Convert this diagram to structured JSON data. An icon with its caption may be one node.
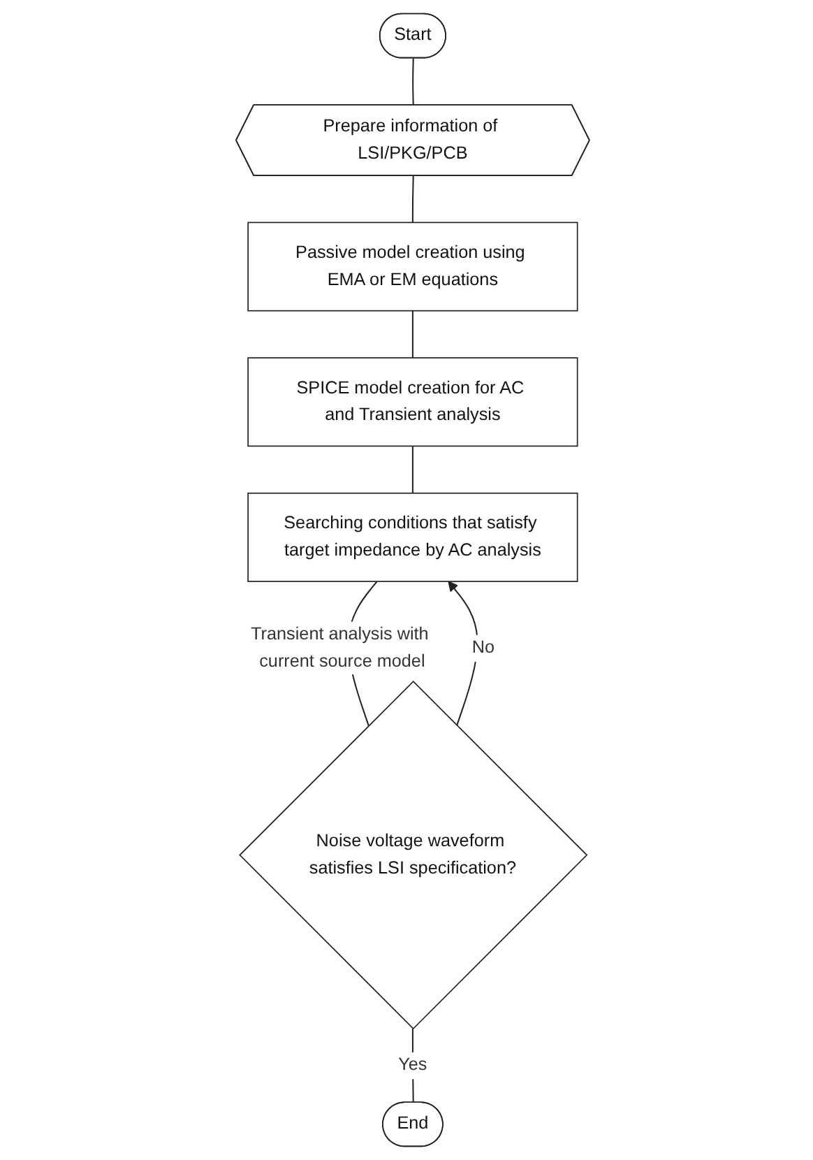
{
  "diagram": {
    "nodes": [
      {
        "text": [
          "Start"
        ]
      },
      {
        "text": [
          "Prepare information of LSI/PKG/PCB"
        ]
      },
      {
        "text": [
          "Passive model creation using EMA or EM equations"
        ]
      },
      {
        "text": [
          "SPICE model creation for AC and Transient analysis"
        ]
      },
      {
        "text": [
          "Searching conditions that satisfy target impedance by AC analysis"
        ]
      },
      {
        "text": [
          "Noise voltage waveform satisfies LSI specification?"
        ]
      },
      {
        "text": [
          "End"
        ]
      }
    ],
    "edges": [
      {
        "from": 0,
        "to": 1,
        "arrow": "none"
      },
      {
        "from": 1,
        "to": 2,
        "arrow": "none"
      },
      {
        "from": 2,
        "to": 3,
        "arrow": "none"
      },
      {
        "from": 3,
        "to": 4,
        "arrow": "none"
      },
      {
        "from": 4,
        "to": 5,
        "arrow": "none",
        "label": "Transient analysis with current source model"
      },
      {
        "from": 5,
        "to": 6,
        "arrow": "none",
        "label": "Yes"
      },
      {
        "from": 5,
        "to": 4,
        "arrow": "to",
        "label": "No"
      }
    ]
  }
}
